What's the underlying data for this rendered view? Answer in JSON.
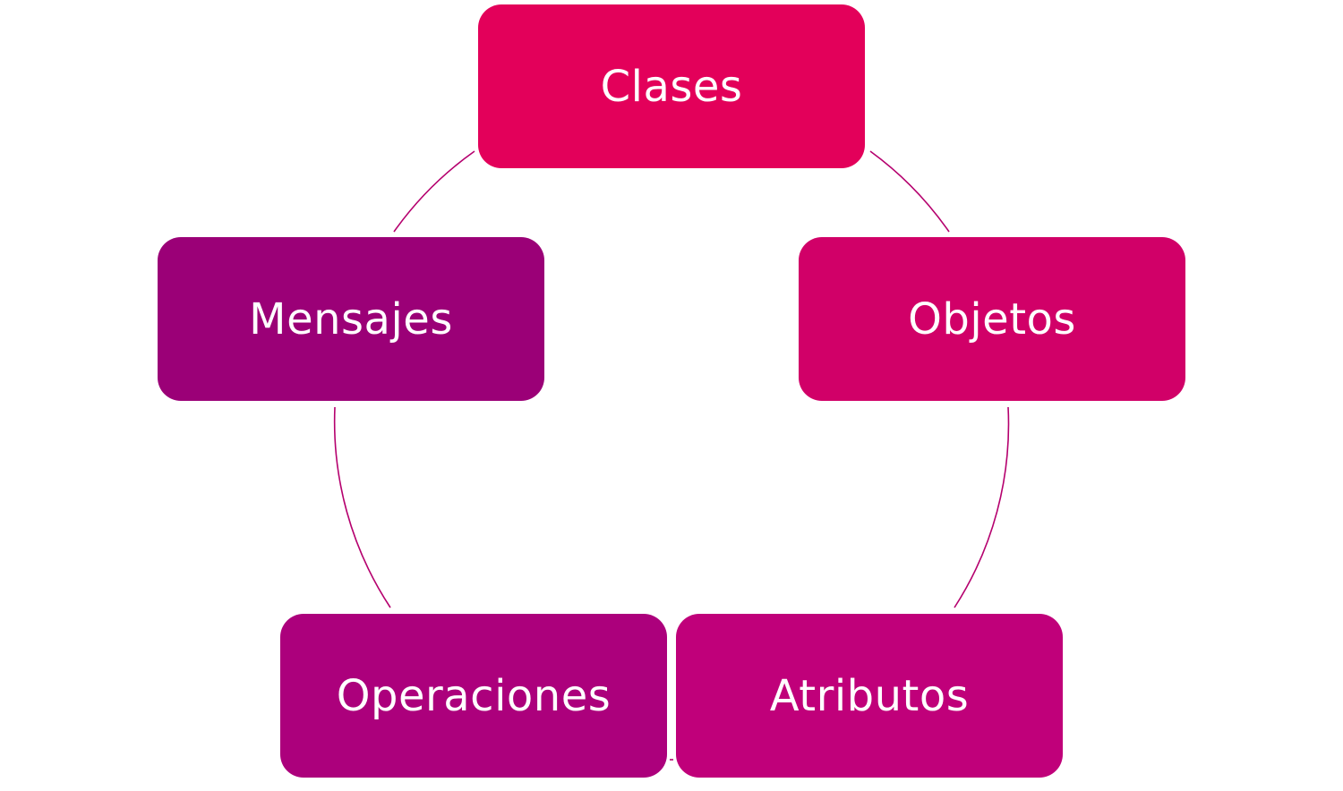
{
  "diagram": {
    "type": "cycle",
    "connector_color": "#b5006e",
    "nodes": [
      {
        "id": "clases",
        "label": "Clases",
        "color": "#e3005a"
      },
      {
        "id": "objetos",
        "label": "Objetos",
        "color": "#d10068"
      },
      {
        "id": "atributos",
        "label": "Atributos",
        "color": "#c0007a"
      },
      {
        "id": "operaciones",
        "label": "Operaciones",
        "color": "#ac007c"
      },
      {
        "id": "mensajes",
        "label": "Mensajes",
        "color": "#9b0077"
      }
    ]
  }
}
